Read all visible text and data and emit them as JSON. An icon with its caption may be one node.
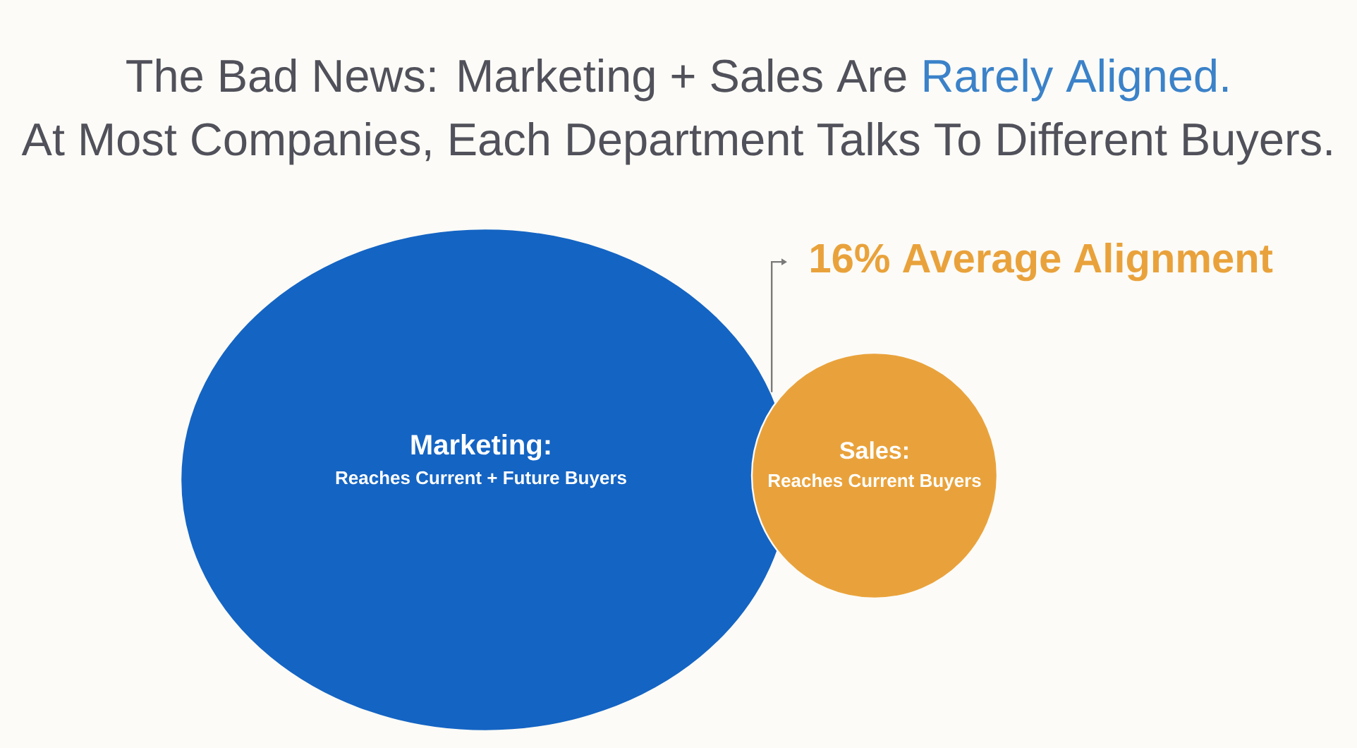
{
  "diagram": {
    "nodes": [
      {
        "text": [
          "Marketing:",
          "Reaches Current + Future Buyers"
        ]
      },
      {
        "text": [
          "Sales:",
          "Reaches Current Buyers"
        ]
      },
      {
        "text": [
          "16% Average Alignment"
        ]
      }
    ],
    "edges": [
      {
        "from": 0,
        "to": 2,
        "arrow": "to"
      }
    ],
    "labels": [
      "The Bad News: Marketing + Sales Are",
      "Rarely Aligned.",
      "At Most Companies, Each Department Talks To Different Buyers."
    ]
  }
}
